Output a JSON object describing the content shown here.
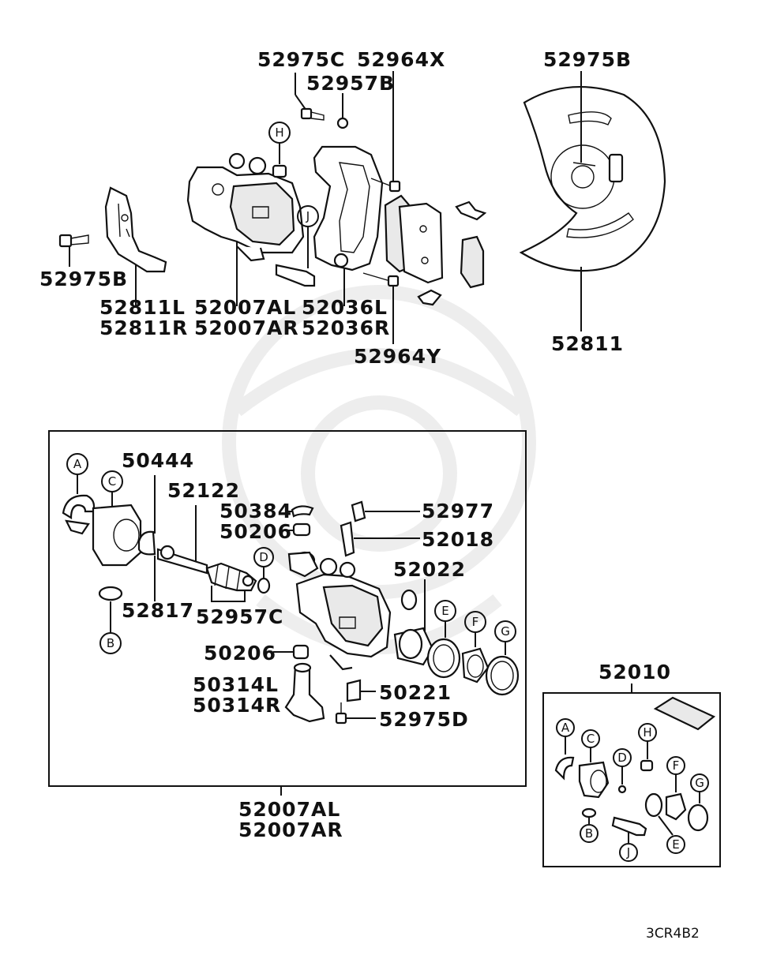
{
  "diagram": {
    "catalog_code": "3CR4B2",
    "top_labels": {
      "p52975C": "52975C",
      "p52964X": "52964X",
      "p52957B": "52957B",
      "p52975B_right": "52975B",
      "p52975B_left": "52975B",
      "p52811L": "52811L",
      "p52811R": "52811R",
      "p52007AL": "52007AL",
      "p52007AR": "52007AR",
      "p52036L": "52036L",
      "p52036R": "52036R",
      "p52964Y": "52964Y",
      "p52811": "52811"
    },
    "top_refs": {
      "H": "H",
      "J": "J"
    },
    "detail_box": {
      "labels": {
        "p50444": "50444",
        "p52122": "52122",
        "p50384": "50384",
        "p50206a": "50206",
        "p52977": "52977",
        "p52018": "52018",
        "p52022": "52022",
        "p52817": "52817",
        "p52957C": "52957C",
        "p50206b": "50206",
        "p50314L": "50314L",
        "p50314R": "50314R",
        "p50221": "50221",
        "p52975D": "52975D"
      },
      "refs": {
        "A": "A",
        "B": "B",
        "C": "C",
        "D": "D",
        "E": "E",
        "F": "F",
        "G": "G"
      },
      "caption_1": "52007AL",
      "caption_2": "52007AR"
    },
    "kit_box": {
      "title": "52010",
      "refs": {
        "A": "A",
        "B": "B",
        "C": "C",
        "D": "D",
        "E": "E",
        "F": "F",
        "G": "G",
        "H": "H",
        "J": "J"
      }
    }
  }
}
